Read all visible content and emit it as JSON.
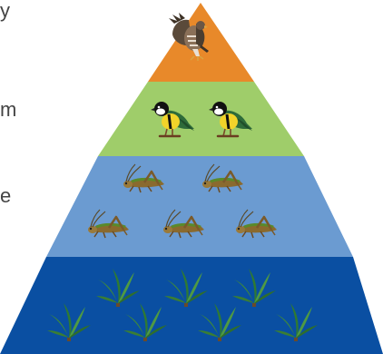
{
  "edge_texts": [
    "y",
    "m",
    "e"
  ],
  "levels": [
    {
      "name": "hawk",
      "count": 1,
      "color": "#E8892A"
    },
    {
      "name": "bird",
      "count": 2,
      "color": "#9FCD6A"
    },
    {
      "name": "grasshopper",
      "count": 5,
      "color": "#6B9BD1"
    },
    {
      "name": "plant",
      "count": 7,
      "color": "#0A4FA2"
    }
  ],
  "icons": {
    "hawk": "hawk-icon",
    "bird": "bird-icon",
    "grasshopper": "grasshopper-icon",
    "plant": "plant-icon"
  }
}
